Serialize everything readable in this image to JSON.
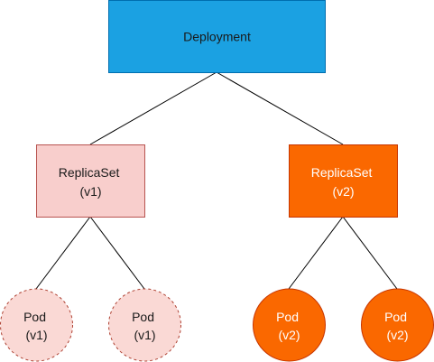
{
  "colors": {
    "deployment_fill": "#1BA1E2",
    "deployment_stroke": "#006EAF",
    "deployment_text": "#1A1A1A",
    "replicaset_v1_fill": "#F8CECC",
    "replicaset_v1_stroke": "#B85450",
    "replicaset_v1_text": "#1A1A1A",
    "replicaset_v2_fill": "#FA6800",
    "replicaset_v2_stroke": "#C73500",
    "replicaset_v2_text": "#FFFFFF",
    "pod_v1_fill": "#FAD9D5",
    "pod_v1_stroke": "#AE4132",
    "pod_v1_text": "#1A1A1A",
    "pod_v2_fill": "#FA6800",
    "pod_v2_stroke": "#C73500",
    "pod_v2_text": "#FFFFFF",
    "connector": "#000000"
  },
  "deployment": {
    "label": "Deployment"
  },
  "replicasets": [
    {
      "label_line1": "ReplicaSet",
      "label_line2": "(v1)"
    },
    {
      "label_line1": "ReplicaSet",
      "label_line2": "(v2)"
    }
  ],
  "pods": [
    {
      "label_line1": "Pod",
      "label_line2": "(v1)"
    },
    {
      "label_line1": "Pod",
      "label_line2": "(v1)"
    },
    {
      "label_line1": "Pod",
      "label_line2": "(v2)"
    },
    {
      "label_line1": "Pod",
      "label_line2": "(v2)"
    }
  ]
}
